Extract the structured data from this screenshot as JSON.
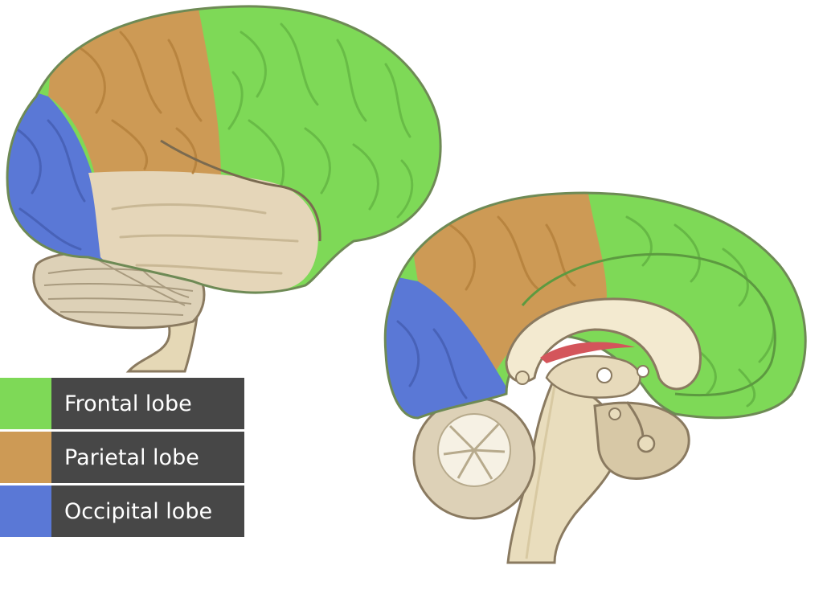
{
  "legend": {
    "items": [
      {
        "label": "Frontal lobe",
        "color": "#7ed957"
      },
      {
        "label": "Parietal lobe",
        "color": "#cd9a55"
      },
      {
        "label": "Occipital lobe",
        "color": "#5a78d6"
      }
    ]
  },
  "colors": {
    "frontal": "#7ed957",
    "parietal": "#cd9a55",
    "occipital": "#5a78d6",
    "temporal": "#e5d6b9",
    "cerebellum": "#ddd1b7",
    "brainstem": "#e9ddbd",
    "corpus_callosum": "#f3ead0",
    "outline": "#8a7a60",
    "fornix_red": "#d4555b"
  },
  "views": {
    "lateral": "lateral-brain-view",
    "medial": "medial-brain-view"
  }
}
